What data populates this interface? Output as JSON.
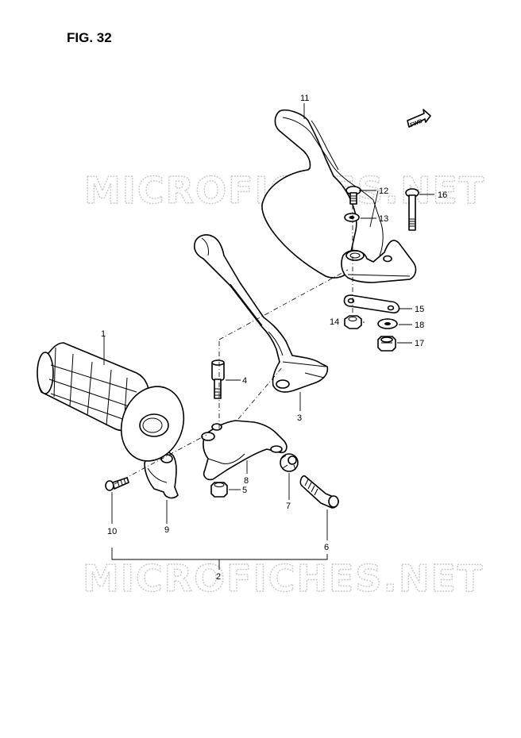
{
  "figure": {
    "title": "FIG. 32",
    "fwd_label": "FWD"
  },
  "watermark": {
    "text": "MICROFICHES.NET"
  },
  "callouts": [
    "1",
    "2",
    "3",
    "4",
    "5",
    "6",
    "7",
    "8",
    "9",
    "10",
    "11",
    "12",
    "13",
    "14",
    "15",
    "16",
    "17",
    "18"
  ],
  "parts": [
    {
      "ref": "1",
      "name": "grip-icon"
    },
    {
      "ref": "2",
      "name": "lever-assembly-bracket"
    },
    {
      "ref": "3",
      "name": "clutch-lever-icon"
    },
    {
      "ref": "4",
      "name": "pivot-bolt-icon"
    },
    {
      "ref": "5",
      "name": "nut-icon"
    },
    {
      "ref": "6",
      "name": "adjuster-bolt-icon"
    },
    {
      "ref": "7",
      "name": "lock-washer-icon"
    },
    {
      "ref": "8",
      "name": "lever-holder-icon"
    },
    {
      "ref": "9",
      "name": "clamp-icon"
    },
    {
      "ref": "10",
      "name": "screw-icon"
    },
    {
      "ref": "11",
      "name": "hand-guard-icon"
    },
    {
      "ref": "12",
      "name": "guard-bolt-icon"
    },
    {
      "ref": "13",
      "name": "guard-washer-icon"
    },
    {
      "ref": "14",
      "name": "guard-nut-icon"
    },
    {
      "ref": "15",
      "name": "guard-plate-icon"
    },
    {
      "ref": "16",
      "name": "long-bolt-icon"
    },
    {
      "ref": "17",
      "name": "cap-nut-icon"
    },
    {
      "ref": "18",
      "name": "flat-washer-icon"
    }
  ]
}
